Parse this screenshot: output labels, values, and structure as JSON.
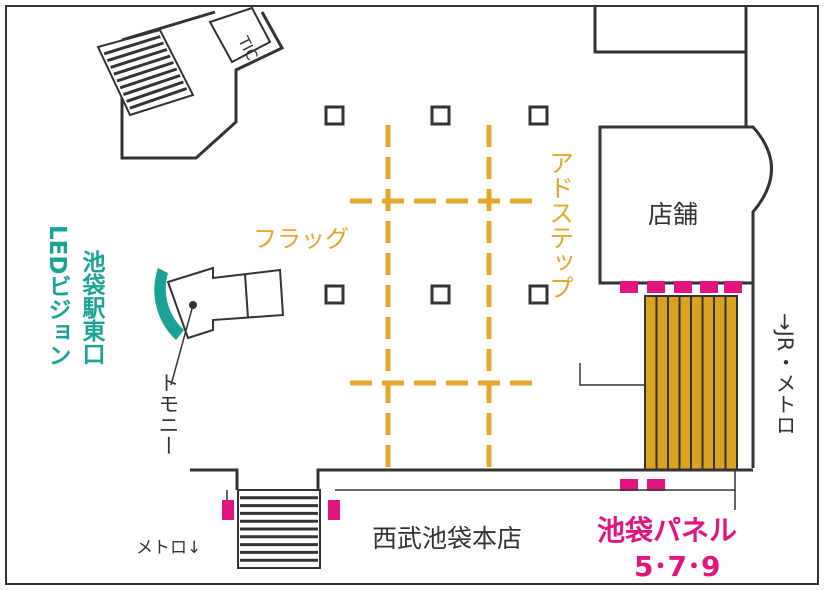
{
  "labels": {
    "tic": "TIC",
    "store": "店舗",
    "flag": "フラッグ",
    "adstep": "アドステップ",
    "led_line1": "池袋駅東口",
    "led_line2": "LEDビジョン",
    "tomoni": "トモニー",
    "metro_left": "メトロ↓",
    "jr_metro": "→JR・メトロ",
    "seibu": "西武池袋本店",
    "panel_line1": "池袋パネル",
    "panel_line2": "5･7･9"
  },
  "colors": {
    "line": "#333333",
    "flag": "#e3a82b",
    "led": "#1aa394",
    "panel": "#e2157e",
    "adstep_fill": "#d9a21f"
  }
}
